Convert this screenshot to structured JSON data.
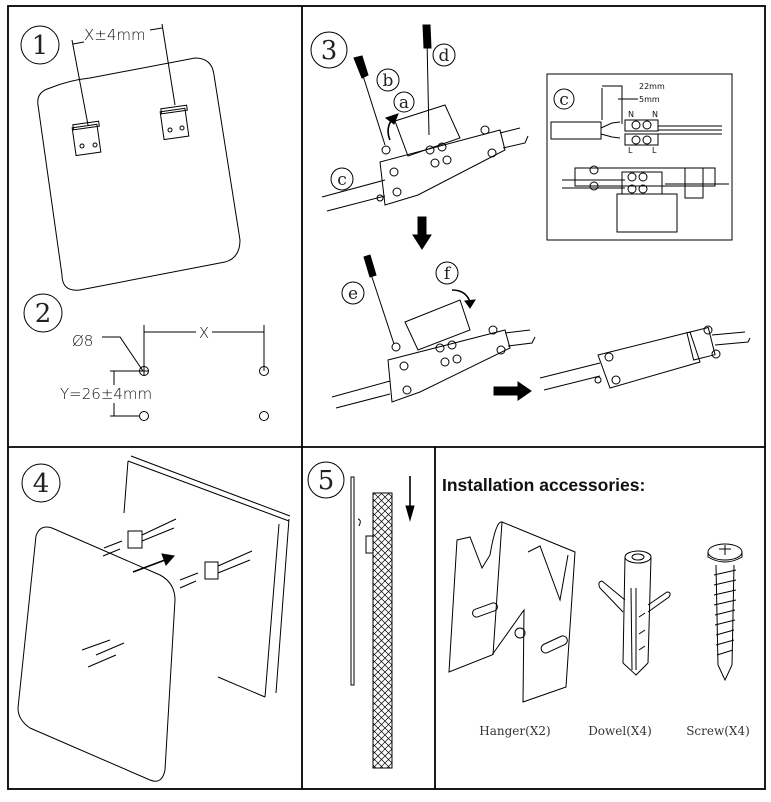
{
  "steps": [
    {
      "number": "1",
      "dimension_label": "X±4mm"
    },
    {
      "number": "2",
      "diameter_label": "Ø8",
      "x_label": "X",
      "y_label": "Y=26±4mm"
    },
    {
      "number": "3",
      "callouts": [
        "a",
        "b",
        "c",
        "d",
        "e",
        "f"
      ],
      "inset": {
        "callout": "c",
        "strip_long": "22mm",
        "strip_short": "5mm",
        "terminal_top_left": "N",
        "terminal_top_right": "N",
        "terminal_bottom_left": "L",
        "terminal_bottom_right": "L"
      }
    },
    {
      "number": "4"
    },
    {
      "number": "5"
    }
  ],
  "accessories": {
    "title": "Installation accessories:",
    "items": [
      {
        "name": "hanger",
        "caption": "Hanger(X2)"
      },
      {
        "name": "dowel",
        "caption": "Dowel(X4)"
      },
      {
        "name": "screw",
        "caption": "Screw(X4)"
      }
    ]
  }
}
